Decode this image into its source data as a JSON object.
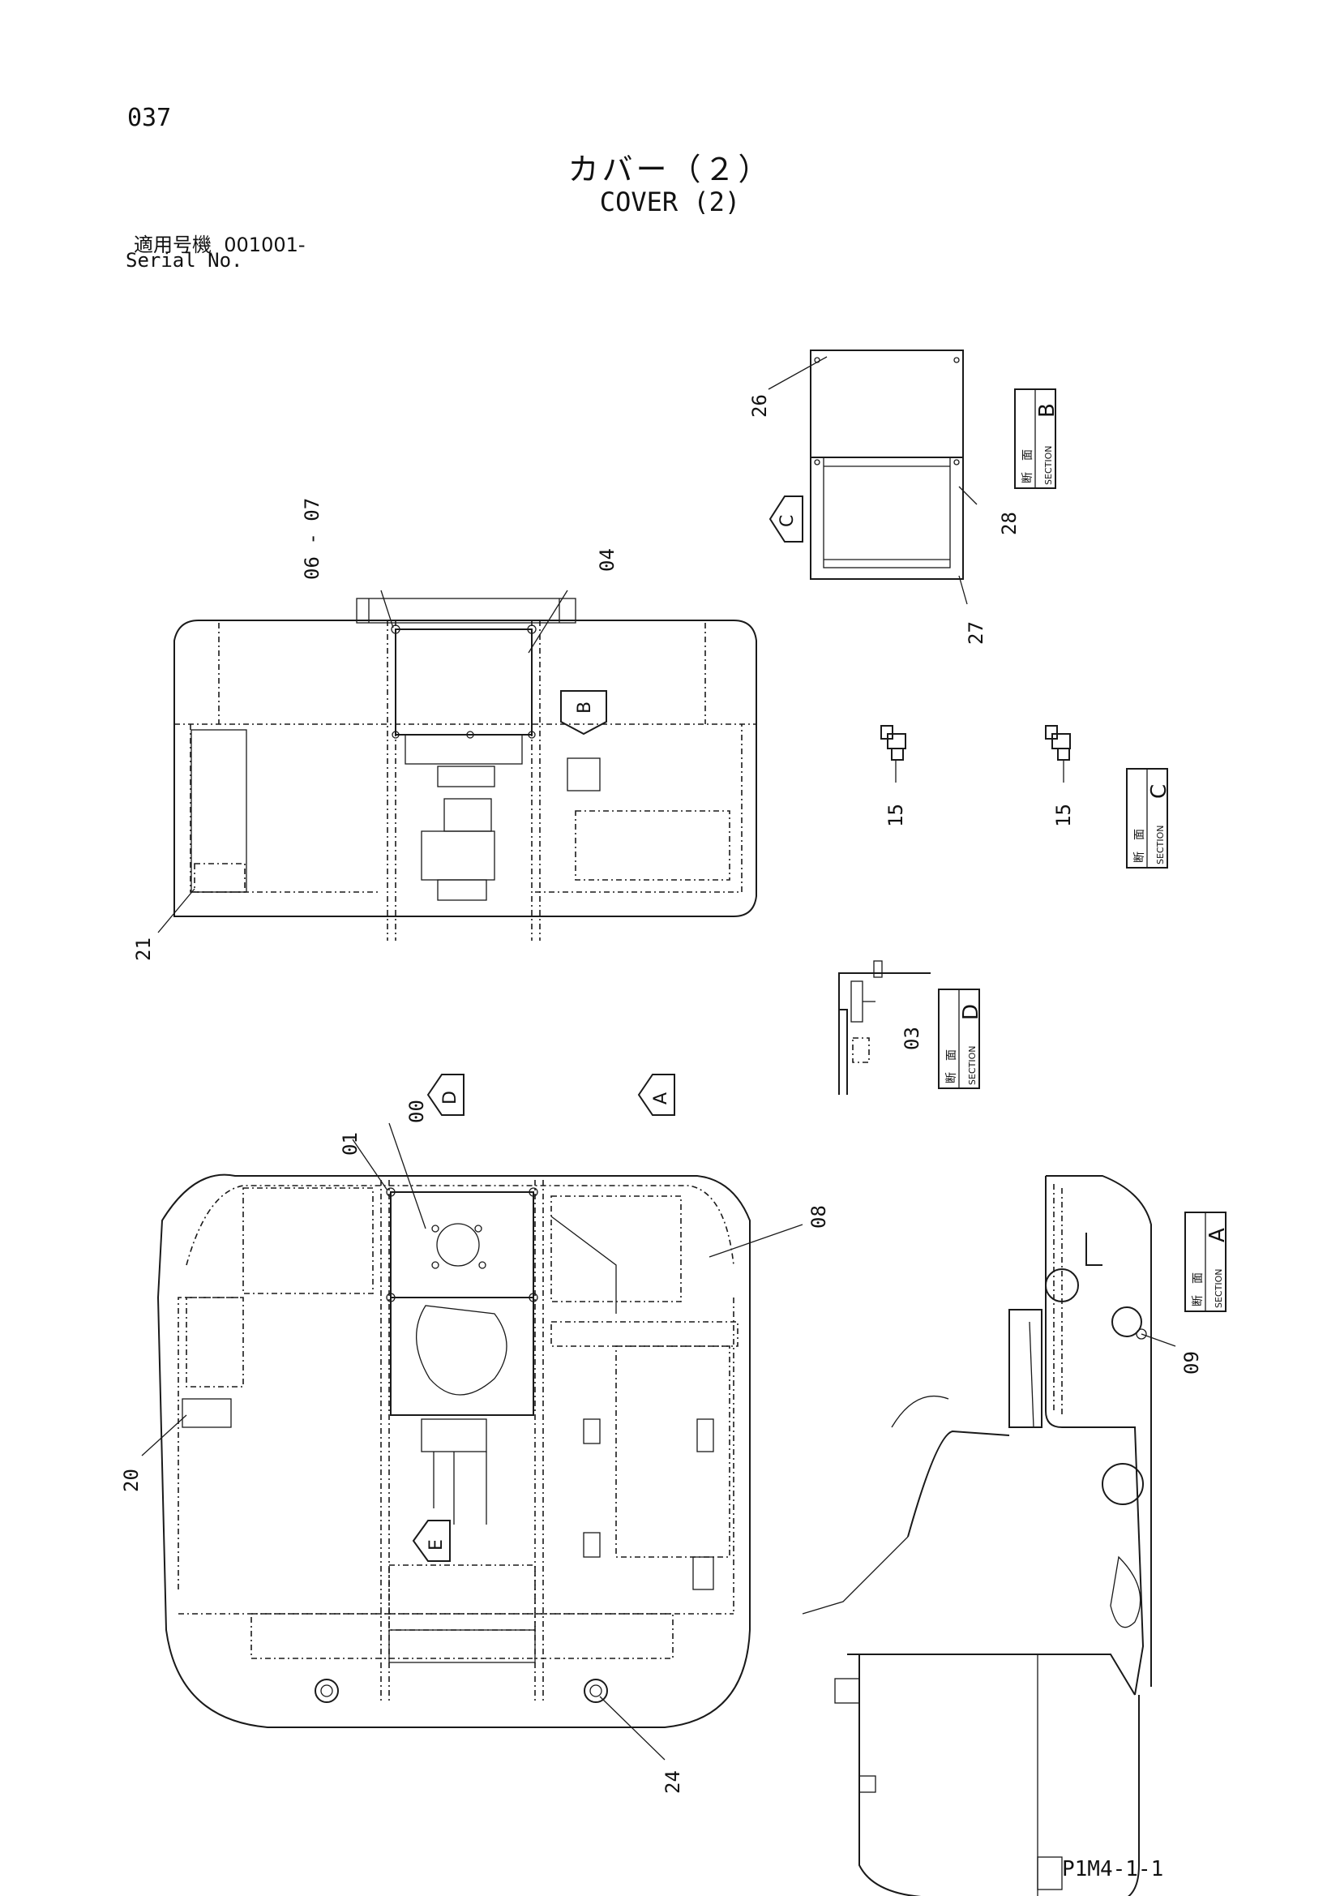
{
  "page_number": "037",
  "title": {
    "jp": "カバー（２）",
    "en": "COVER (2)"
  },
  "serial": {
    "jp_label": "適用号機",
    "value": "001001-",
    "en_label": "Serial No."
  },
  "drawing_code": "P1M4-1-1",
  "part_labels": {
    "p26": "26",
    "p28": "28",
    "p27": "27",
    "p06_07": "06 - 07",
    "p04": "04",
    "p21": "21",
    "p15a": "15",
    "p15b": "15",
    "p03": "03",
    "p00": "00",
    "p01": "01",
    "p08": "08",
    "p20": "20",
    "p24": "24",
    "p09": "09"
  },
  "view_arrows": {
    "B": "B",
    "C_top": "C",
    "D": "D",
    "A": "A",
    "E": "E"
  },
  "sections": {
    "B": {
      "jp": "断　面",
      "en": "SECTION",
      "letter": "B"
    },
    "C": {
      "jp": "断　面",
      "en": "SECTION",
      "letter": "C"
    },
    "D": {
      "jp": "断　面",
      "en": "SECTION",
      "letter": "D"
    },
    "A": {
      "jp": "断　面",
      "en": "SECTION",
      "letter": "A"
    }
  }
}
